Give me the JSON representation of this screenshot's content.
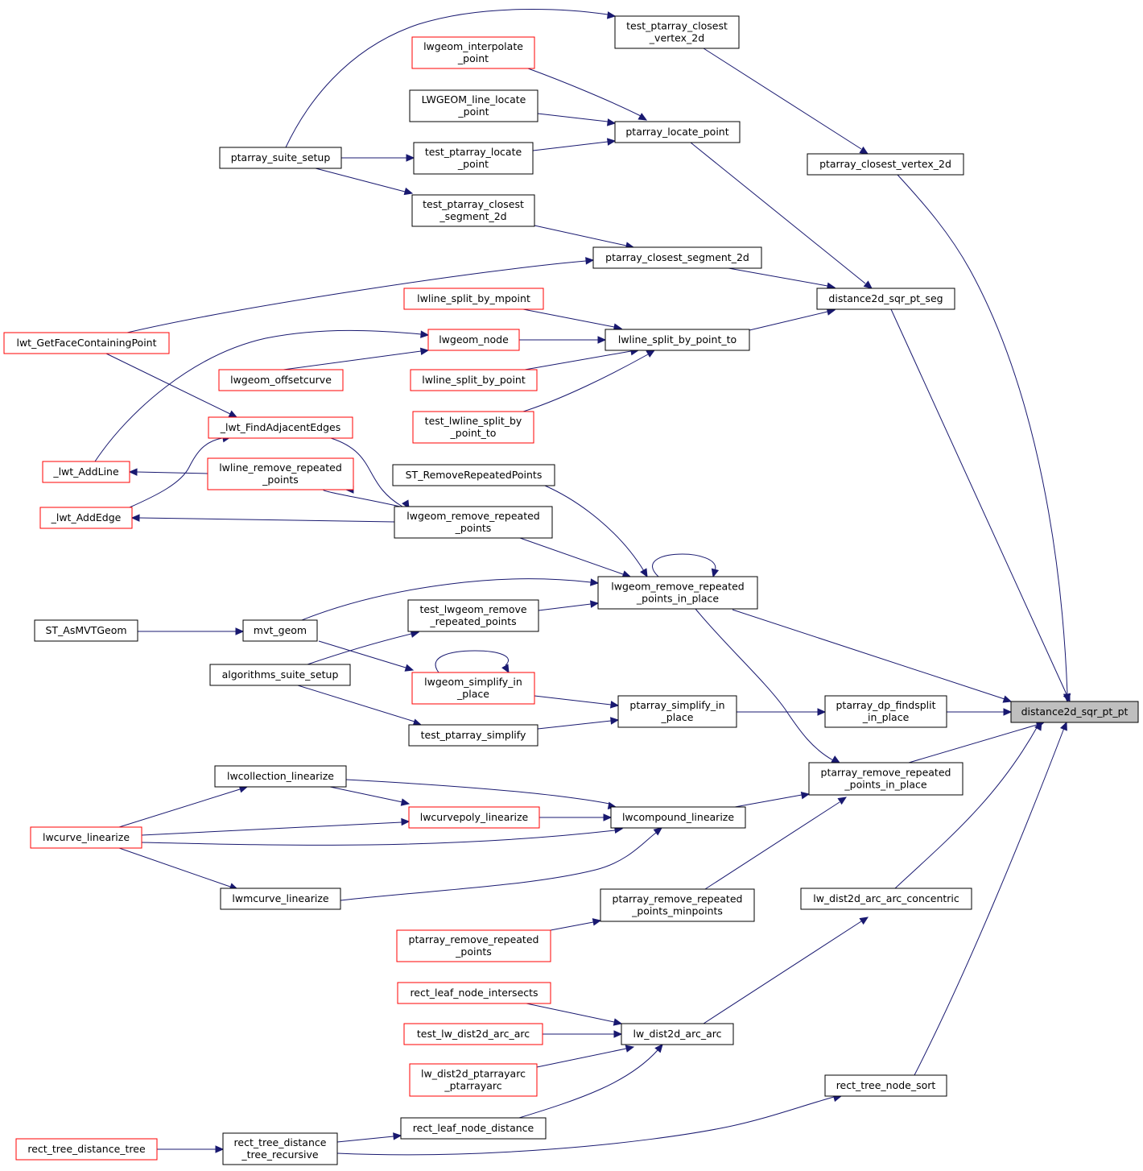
{
  "colors": {
    "edge": "#191970",
    "link_border": "#000000",
    "unresolved_border": "#ff0000",
    "focus_fill": "#bfbfbf",
    "node_fill": "#ffffff"
  },
  "nodes": [
    {
      "id": "distance2d_sqr_pt_pt",
      "lines": [
        "distance2d_sqr_pt_pt"
      ],
      "kind": "focus"
    },
    {
      "id": "test_ptarray_closest_vertex_2d",
      "lines": [
        "test_ptarray_closest",
        "_vertex_2d"
      ],
      "kind": "link"
    },
    {
      "id": "lwgeom_interpolate_point",
      "lines": [
        "lwgeom_interpolate",
        "_point"
      ],
      "kind": "unresolved"
    },
    {
      "id": "LWGEOM_line_locate_point",
      "lines": [
        "LWGEOM_line_locate",
        "_point"
      ],
      "kind": "link"
    },
    {
      "id": "ptarray_locate_point",
      "lines": [
        "ptarray_locate_point"
      ],
      "kind": "link"
    },
    {
      "id": "ptarray_closest_vertex_2d",
      "lines": [
        "ptarray_closest_vertex_2d"
      ],
      "kind": "link"
    },
    {
      "id": "ptarray_suite_setup",
      "lines": [
        "ptarray_suite_setup"
      ],
      "kind": "link"
    },
    {
      "id": "test_ptarray_locate_point",
      "lines": [
        "test_ptarray_locate",
        "_point"
      ],
      "kind": "link"
    },
    {
      "id": "test_ptarray_closest_segment_2d",
      "lines": [
        "test_ptarray_closest",
        "_segment_2d"
      ],
      "kind": "link"
    },
    {
      "id": "ptarray_closest_segment_2d",
      "lines": [
        "ptarray_closest_segment_2d"
      ],
      "kind": "link"
    },
    {
      "id": "distance2d_sqr_pt_seg",
      "lines": [
        "distance2d_sqr_pt_seg"
      ],
      "kind": "link"
    },
    {
      "id": "lwline_split_by_mpoint",
      "lines": [
        "lwline_split_by_mpoint"
      ],
      "kind": "unresolved"
    },
    {
      "id": "lwt_GetFaceContainingPoint",
      "lines": [
        "lwt_GetFaceContainingPoint"
      ],
      "kind": "unresolved"
    },
    {
      "id": "lwgeom_node",
      "lines": [
        "lwgeom_node"
      ],
      "kind": "unresolved"
    },
    {
      "id": "lwline_split_by_point_to",
      "lines": [
        "lwline_split_by_point_to"
      ],
      "kind": "link"
    },
    {
      "id": "lwgeom_offsetcurve",
      "lines": [
        "lwgeom_offsetcurve"
      ],
      "kind": "unresolved"
    },
    {
      "id": "lwline_split_by_point",
      "lines": [
        "lwline_split_by_point"
      ],
      "kind": "unresolved"
    },
    {
      "id": "test_lwline_split_by_point_to",
      "lines": [
        "test_lwline_split_by",
        "_point_to"
      ],
      "kind": "unresolved"
    },
    {
      "id": "_lwt_FindAdjacentEdges",
      "lines": [
        "_lwt_FindAdjacentEdges"
      ],
      "kind": "unresolved"
    },
    {
      "id": "_lwt_AddLine",
      "lines": [
        "_lwt_AddLine"
      ],
      "kind": "unresolved"
    },
    {
      "id": "lwline_remove_repeated_points",
      "lines": [
        "lwline_remove_repeated",
        "_points"
      ],
      "kind": "unresolved"
    },
    {
      "id": "ST_RemoveRepeatedPoints",
      "lines": [
        "ST_RemoveRepeatedPoints"
      ],
      "kind": "link"
    },
    {
      "id": "_lwt_AddEdge",
      "lines": [
        "_lwt_AddEdge"
      ],
      "kind": "unresolved"
    },
    {
      "id": "lwgeom_remove_repeated_points",
      "lines": [
        "lwgeom_remove_repeated",
        "_points"
      ],
      "kind": "link"
    },
    {
      "id": "lwgeom_remove_repeated_points_in_place",
      "lines": [
        "lwgeom_remove_repeated",
        "_points_in_place"
      ],
      "kind": "link"
    },
    {
      "id": "test_lwgeom_remove_repeated_points",
      "lines": [
        "test_lwgeom_remove",
        "_repeated_points"
      ],
      "kind": "link"
    },
    {
      "id": "ST_AsMVTGeom",
      "lines": [
        "ST_AsMVTGeom"
      ],
      "kind": "link"
    },
    {
      "id": "mvt_geom",
      "lines": [
        "mvt_geom"
      ],
      "kind": "link"
    },
    {
      "id": "algorithms_suite_setup",
      "lines": [
        "algorithms_suite_setup"
      ],
      "kind": "link"
    },
    {
      "id": "lwgeom_simplify_in_place",
      "lines": [
        "lwgeom_simplify_in",
        "_place"
      ],
      "kind": "unresolved"
    },
    {
      "id": "ptarray_simplify_in_place",
      "lines": [
        "ptarray_simplify_in",
        "_place"
      ],
      "kind": "link"
    },
    {
      "id": "ptarray_dp_findsplit_in_place",
      "lines": [
        "ptarray_dp_findsplit",
        "_in_place"
      ],
      "kind": "link"
    },
    {
      "id": "test_ptarray_simplify",
      "lines": [
        "test_ptarray_simplify"
      ],
      "kind": "link"
    },
    {
      "id": "lwcollection_linearize",
      "lines": [
        "lwcollection_linearize"
      ],
      "kind": "link"
    },
    {
      "id": "ptarray_remove_repeated_points_in_place",
      "lines": [
        "ptarray_remove_repeated",
        "_points_in_place"
      ],
      "kind": "link"
    },
    {
      "id": "lwcurvepoly_linearize",
      "lines": [
        "lwcurvepoly_linearize"
      ],
      "kind": "unresolved"
    },
    {
      "id": "lwcompound_linearize",
      "lines": [
        "lwcompound_linearize"
      ],
      "kind": "link"
    },
    {
      "id": "lwcurve_linearize",
      "lines": [
        "lwcurve_linearize"
      ],
      "kind": "unresolved"
    },
    {
      "id": "lwmcurve_linearize",
      "lines": [
        "lwmcurve_linearize"
      ],
      "kind": "link"
    },
    {
      "id": "ptarray_remove_repeated_points_minpoints",
      "lines": [
        "ptarray_remove_repeated",
        "_points_minpoints"
      ],
      "kind": "link"
    },
    {
      "id": "lw_dist2d_arc_arc_concentric",
      "lines": [
        "lw_dist2d_arc_arc_concentric"
      ],
      "kind": "link"
    },
    {
      "id": "ptarray_remove_repeated_points",
      "lines": [
        "ptarray_remove_repeated",
        "_points"
      ],
      "kind": "unresolved"
    },
    {
      "id": "rect_leaf_node_intersects",
      "lines": [
        "rect_leaf_node_intersects"
      ],
      "kind": "unresolved"
    },
    {
      "id": "test_lw_dist2d_arc_arc",
      "lines": [
        "test_lw_dist2d_arc_arc"
      ],
      "kind": "unresolved"
    },
    {
      "id": "lw_dist2d_arc_arc",
      "lines": [
        "lw_dist2d_arc_arc"
      ],
      "kind": "link"
    },
    {
      "id": "lw_dist2d_ptarrayarc_ptarrayarc",
      "lines": [
        "lw_dist2d_ptarrayarc",
        "_ptarrayarc"
      ],
      "kind": "unresolved"
    },
    {
      "id": "rect_tree_node_sort",
      "lines": [
        "rect_tree_node_sort"
      ],
      "kind": "link"
    },
    {
      "id": "rect_leaf_node_distance",
      "lines": [
        "rect_leaf_node_distance"
      ],
      "kind": "link"
    },
    {
      "id": "rect_tree_distance_tree",
      "lines": [
        "rect_tree_distance_tree"
      ],
      "kind": "unresolved"
    },
    {
      "id": "rect_tree_distance_tree_recursive",
      "lines": [
        "rect_tree_distance",
        "_tree_recursive"
      ],
      "kind": "link"
    }
  ]
}
